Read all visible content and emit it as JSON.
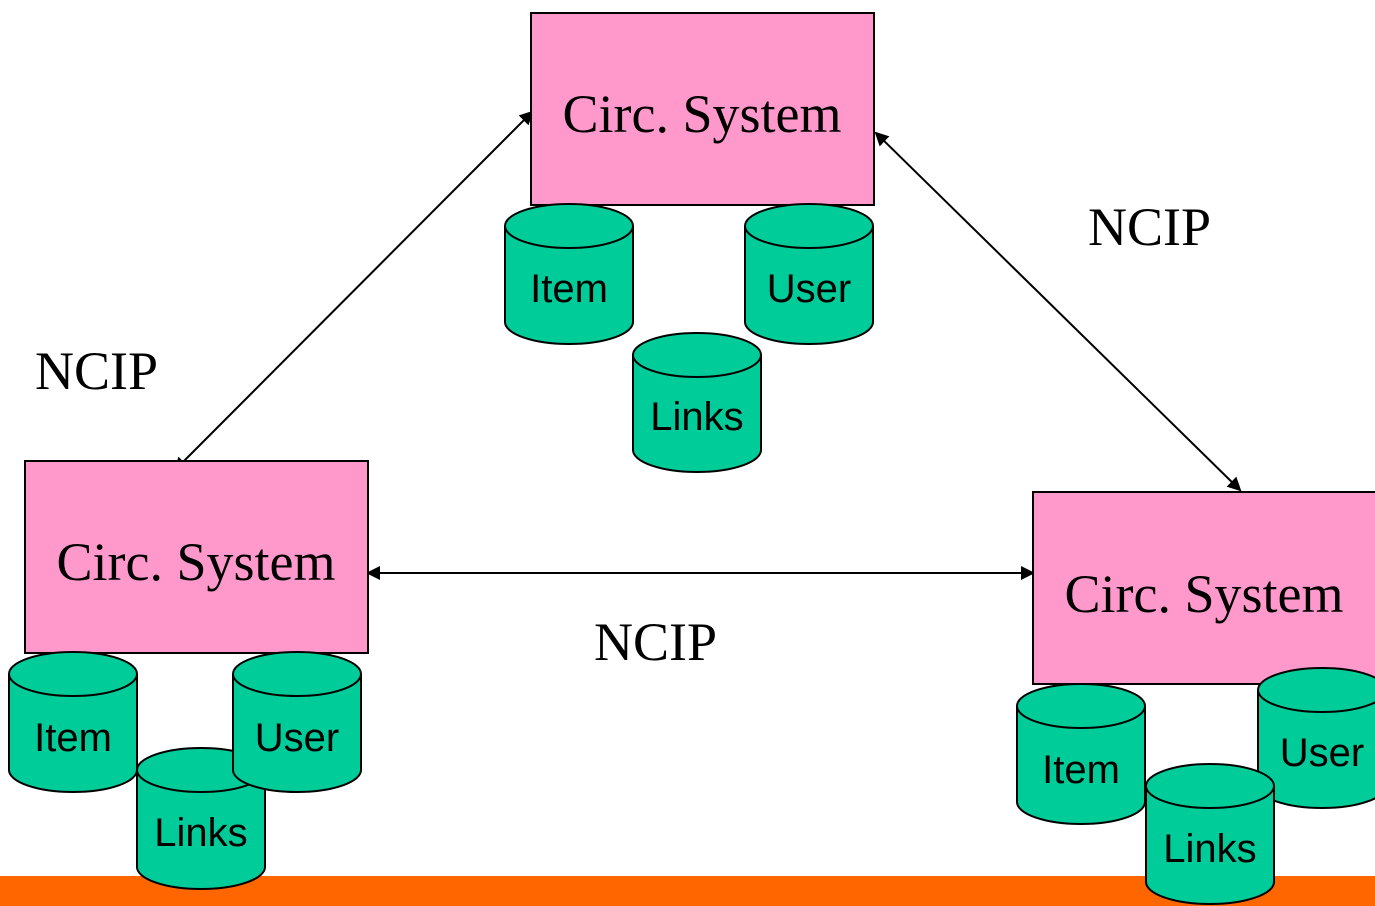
{
  "systems": {
    "top": {
      "label": "Circ. System",
      "db_item": "Item",
      "db_user": "User",
      "db_links": "Links"
    },
    "left": {
      "label": "Circ. System",
      "db_item": "Item",
      "db_user": "User",
      "db_links": "Links"
    },
    "right": {
      "label": "Circ. System",
      "db_item": "Item",
      "db_user": "User",
      "db_links": "Links"
    }
  },
  "connections": {
    "left_top_label": "NCIP",
    "top_right_label": "NCIP",
    "left_right_label": "NCIP"
  },
  "colors": {
    "system_box": "#ff99cc",
    "database": "#00cc99",
    "bottom_bar": "#ff6600",
    "outline": "#000000"
  }
}
